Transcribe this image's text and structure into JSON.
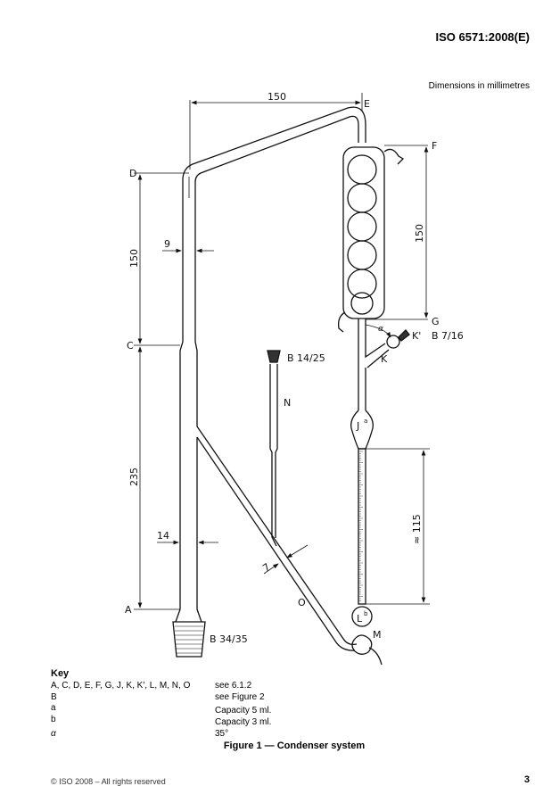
{
  "header": {
    "doc_id": "ISO 6571:2008(E)"
  },
  "dimensions_note": "Dimensions in millimetres",
  "figure": {
    "labels": {
      "A": "A",
      "C": "C",
      "D": "D",
      "E": "E",
      "F": "F",
      "G": "G",
      "K": "K",
      "K_prime": "K'",
      "N": "N",
      "O": "O",
      "M": "M",
      "J": "J",
      "J_sup": "a",
      "L": "L",
      "L_sup": "b",
      "alpha": "α"
    },
    "dimensions": {
      "top_width": "150",
      "left_upper": "150",
      "left_lower": "235",
      "condenser_height": "150",
      "burette_length": "≈ 115",
      "tube_dia_upper": "9",
      "tube_dia_lower": "14",
      "side_tube_dia": "7"
    },
    "joints": {
      "bottom": "B 34/35",
      "n_top": "B 14/25",
      "k_prime": "B 7/16"
    },
    "caption": "Figure 1 — Condenser system"
  },
  "key": {
    "title": "Key",
    "rows": [
      {
        "term": "A, C, D, E, F, G, J, K, K′, L, M, N, O",
        "desc": "see 6.1.2"
      },
      {
        "term": "B",
        "desc": "see Figure 2"
      },
      {
        "term": "a",
        "desc": "Capacity 5 ml."
      },
      {
        "term": "b",
        "desc": "Capacity 3 ml."
      },
      {
        "term": "α",
        "desc": "35°"
      }
    ]
  },
  "footer": {
    "copyright": "© ISO 2008 – All rights reserved",
    "page": "3"
  }
}
